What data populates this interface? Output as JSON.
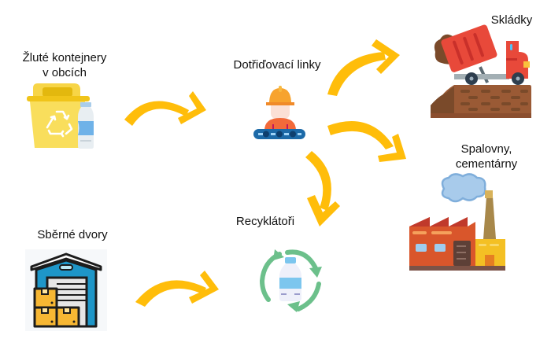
{
  "diagram": {
    "type": "flow",
    "colors": {
      "arrow": "#FFBD0A",
      "background": "#FFFFFF",
      "text": "#111111"
    },
    "nodes": [
      {
        "id": "yellow_bins",
        "label_line1": "Žluté kontejnery",
        "label_line2": "v obcích",
        "icon": "recycling-bin-icon"
      },
      {
        "id": "sorting_lines",
        "label": "Dotřiďovací linky",
        "icon": "conveyor-worker-icon"
      },
      {
        "id": "landfills",
        "label": "Skládky",
        "icon": "dump-truck-landfill-icon"
      },
      {
        "id": "incinerators",
        "label_line1": "Spalovny,",
        "label_line2": "cementárny",
        "icon": "factory-icon"
      },
      {
        "id": "collection_yards",
        "label": "Sběrné dvory",
        "icon": "warehouse-icon"
      },
      {
        "id": "recyclers",
        "label": "Recyklátoři",
        "icon": "recycle-bottle-icon"
      }
    ],
    "edges": [
      {
        "from": "yellow_bins",
        "to": "sorting_lines"
      },
      {
        "from": "sorting_lines",
        "to": "landfills"
      },
      {
        "from": "sorting_lines",
        "to": "incinerators"
      },
      {
        "from": "sorting_lines",
        "to": "recyclers"
      },
      {
        "from": "collection_yards",
        "to": "recyclers"
      }
    ]
  }
}
